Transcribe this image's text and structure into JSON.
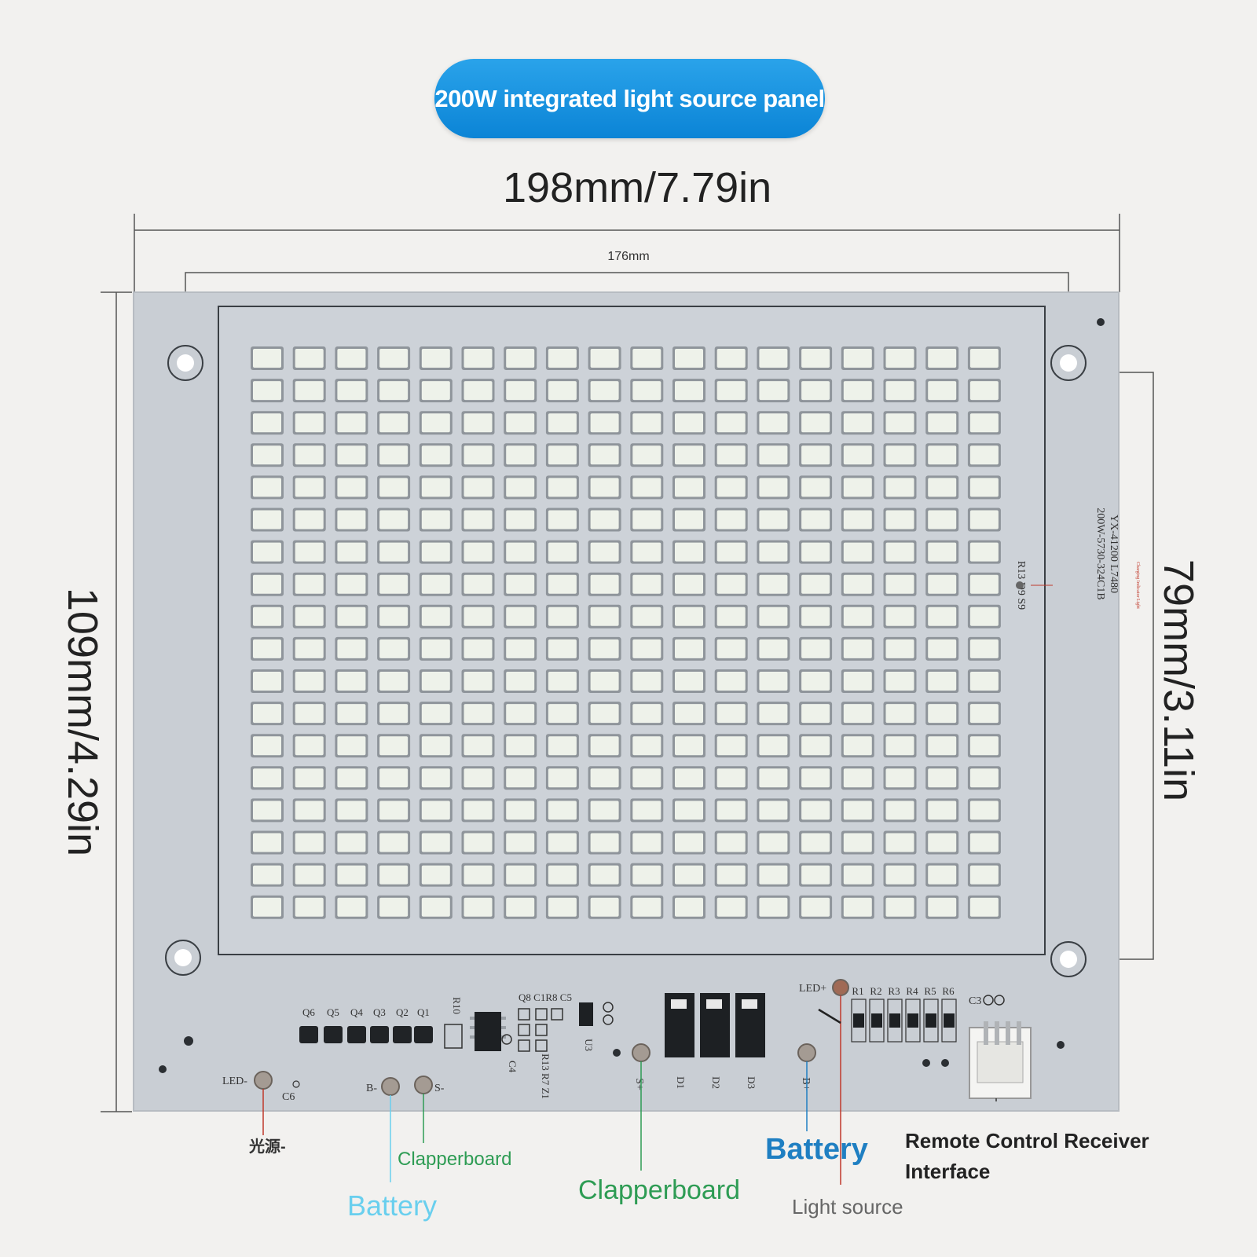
{
  "title": "200W integrated light source panel",
  "dimensions": {
    "width_overall": "198mm/7.79in",
    "width_holes": "176mm",
    "height_overall": "109mm/4.29in",
    "height_holes": "79mm/3.11in"
  },
  "led_matrix": {
    "columns": 18,
    "rows": 18
  },
  "silkscreen": {
    "model_line1": "200W-5730-324C1B",
    "model_line2": "YX-41200  L7480",
    "vertical_labels": "R13  D9  S9",
    "q_labels": [
      "Q6",
      "Q5",
      "Q4",
      "Q3",
      "Q2",
      "Q1"
    ],
    "r_labels": [
      "R1",
      "R2",
      "R3",
      "R4",
      "R5",
      "R6"
    ],
    "d_labels": [
      "D1",
      "D2",
      "D3"
    ],
    "led_plus": "LED+",
    "led_minus": "LED-",
    "b_minus": "B-",
    "s_minus": "S-",
    "s_plus": "S+",
    "b_plus": "B+",
    "c3": "C3",
    "c6": "C6",
    "c4": "C4",
    "u3": "U3",
    "r10": "R10",
    "q8_group": "Q8 C1R8 C5",
    "r13_group": "R13 R7 Z1",
    "charging_indicator": "Charging Indicator Light"
  },
  "callouts": {
    "light_source_minus": "光源-",
    "clapperboard_small": "Clapperboard",
    "battery_left": "Battery",
    "clapperboard_center": "Clapperboard",
    "battery_right": "Battery",
    "light_source": "Light source",
    "remote_line1": "Remote Control Receiver",
    "remote_line2": "Interface"
  },
  "colors": {
    "banner": "#1592de",
    "board": "#c9ced4",
    "led": "#eef2ea",
    "battery_left": "#69cfee",
    "clapperboard": "#2e9c54",
    "battery_right": "#1f7fc2",
    "light_source_line": "#c0392b"
  }
}
